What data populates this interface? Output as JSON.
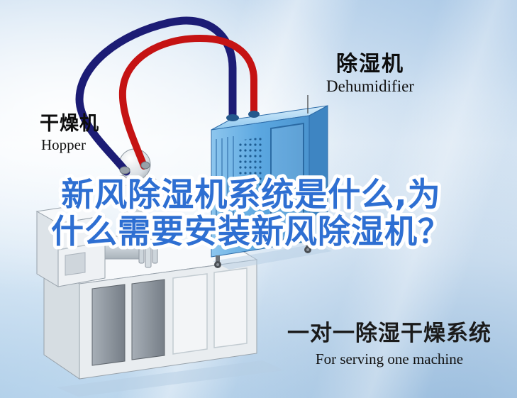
{
  "labels": {
    "hopper": {
      "cn": "干燥机",
      "en": "Hopper"
    },
    "dehumidifier": {
      "cn": "除湿机",
      "en": "Dehumidifier"
    }
  },
  "watermark": {
    "line1": "新风除湿机系统是什么,为",
    "line2": "什么需要安装新风除湿机？"
  },
  "caption": {
    "cn": "一对一除湿干燥系统",
    "en": "For serving one machine"
  },
  "colors": {
    "watermark_blue": "#2e6fd2",
    "pipe_red": "#c51313",
    "pipe_navy": "#1c1c75",
    "dehumidifier_blue": "#5ba7e0",
    "background_blue": "#c9ddf0"
  },
  "illustration": {
    "parts": [
      "hopper-dryer-machine",
      "dehumidifier-unit",
      "red-supply-hose",
      "navy-return-hose"
    ]
  }
}
